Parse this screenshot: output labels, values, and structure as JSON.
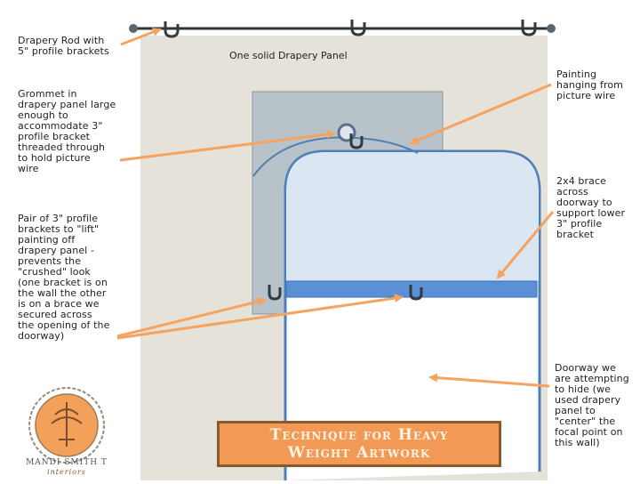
{
  "labels": {
    "rod": "Drapery Rod with\n5\" profile brackets",
    "panel": "One solid Drapery Panel",
    "grommet": "Grommet in\ndrapery panel large\nenough to\naccommodate 3\"\nprofile bracket\nthreaded through\nto hold picture\nwire",
    "painting": "Painting\nhanging from\npicture wire",
    "brace": "2x4 brace\nacross\ndoorway to\nsupport lower\n3\" profile\nbracket",
    "pair": "Pair of 3\" profile\nbrackets to \"lift\"\npainting off\ndrapery panel -\nprevents the\n\"crushed\" look\n(one bracket is on\nthe wall the other\nis on a brace we\nsecured across\nthe opening of the\ndoorway)",
    "doorway": "Doorway we\nare attempting\nto hide (we\nused drapery\npanel to\n\"center\" the\nfocal point on\nthis wall)"
  },
  "title": {
    "line1": "Technique for Heavy",
    "line2": "Weight Artwork"
  },
  "logo": {
    "name": "MANDI SMITH T",
    "subtitle": "interiors"
  },
  "colors": {
    "arrow": "#f4a460",
    "wall": "#e5e2da",
    "painting": "#b8c3c9",
    "door": "#4f7fb8",
    "brace": "#5b8fd6",
    "rod": "#333333",
    "title_bg": "#f29a55",
    "title_border": "#8a5a2b"
  }
}
